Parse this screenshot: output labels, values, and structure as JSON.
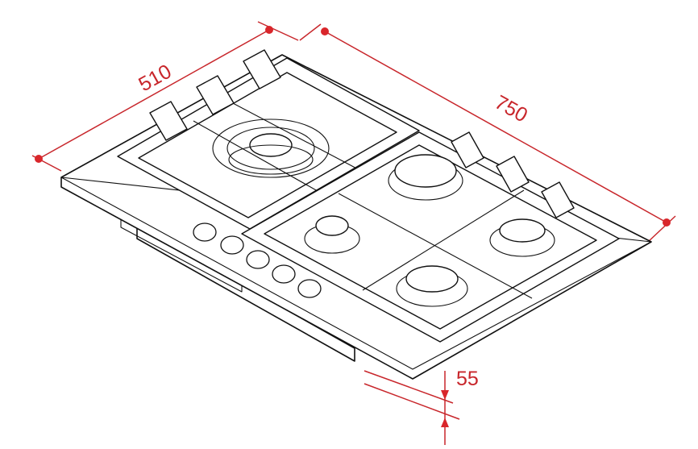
{
  "diagram": {
    "colors": {
      "dimension": "#c8262b",
      "outline": "#111111",
      "background": "#ffffff"
    },
    "dimensions": {
      "depth_label": "510",
      "width_label": "750",
      "height_label": "55"
    }
  }
}
